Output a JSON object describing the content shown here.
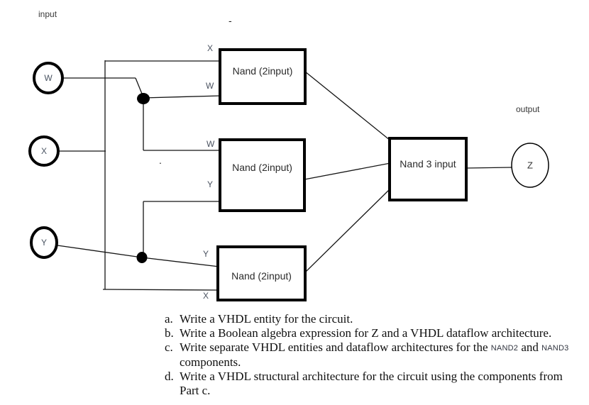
{
  "diagram": {
    "input_caption": "input",
    "output_caption": "output",
    "source_w": "W",
    "source_x": "X",
    "source_y": "Y",
    "output_z": "Z",
    "gate1": {
      "label": "Nand (2input)",
      "port_top": "X",
      "port_bottom": "W"
    },
    "gate2": {
      "label": "Nand (2input)",
      "port_top": "W",
      "port_bottom": "Y"
    },
    "gate3": {
      "label": "Nand (2input)",
      "port_top": "Y",
      "port_bottom": "X"
    },
    "gate4": {
      "label": "Nand 3 input"
    },
    "artifacts": {
      "dash": "-",
      "dot": "."
    }
  },
  "questions": {
    "a_letter": "a.",
    "a_text": "Write a VHDL entity for the circuit.",
    "b_letter": "b.",
    "b_text": "Write a Boolean algebra expression for Z and a VHDL dataflow architecture.",
    "c_letter": "c.",
    "c_text_start": "Write separate VHDL entities and dataflow architectures for the ",
    "c_nand2": "NAND2",
    "c_text_mid": " and ",
    "c_nand3": "NAND3",
    "c_continuation": "components.",
    "d_letter": "d.",
    "d_text": "Write a VHDL structural architecture for the circuit using the components from",
    "d_continuation": "Part c."
  }
}
